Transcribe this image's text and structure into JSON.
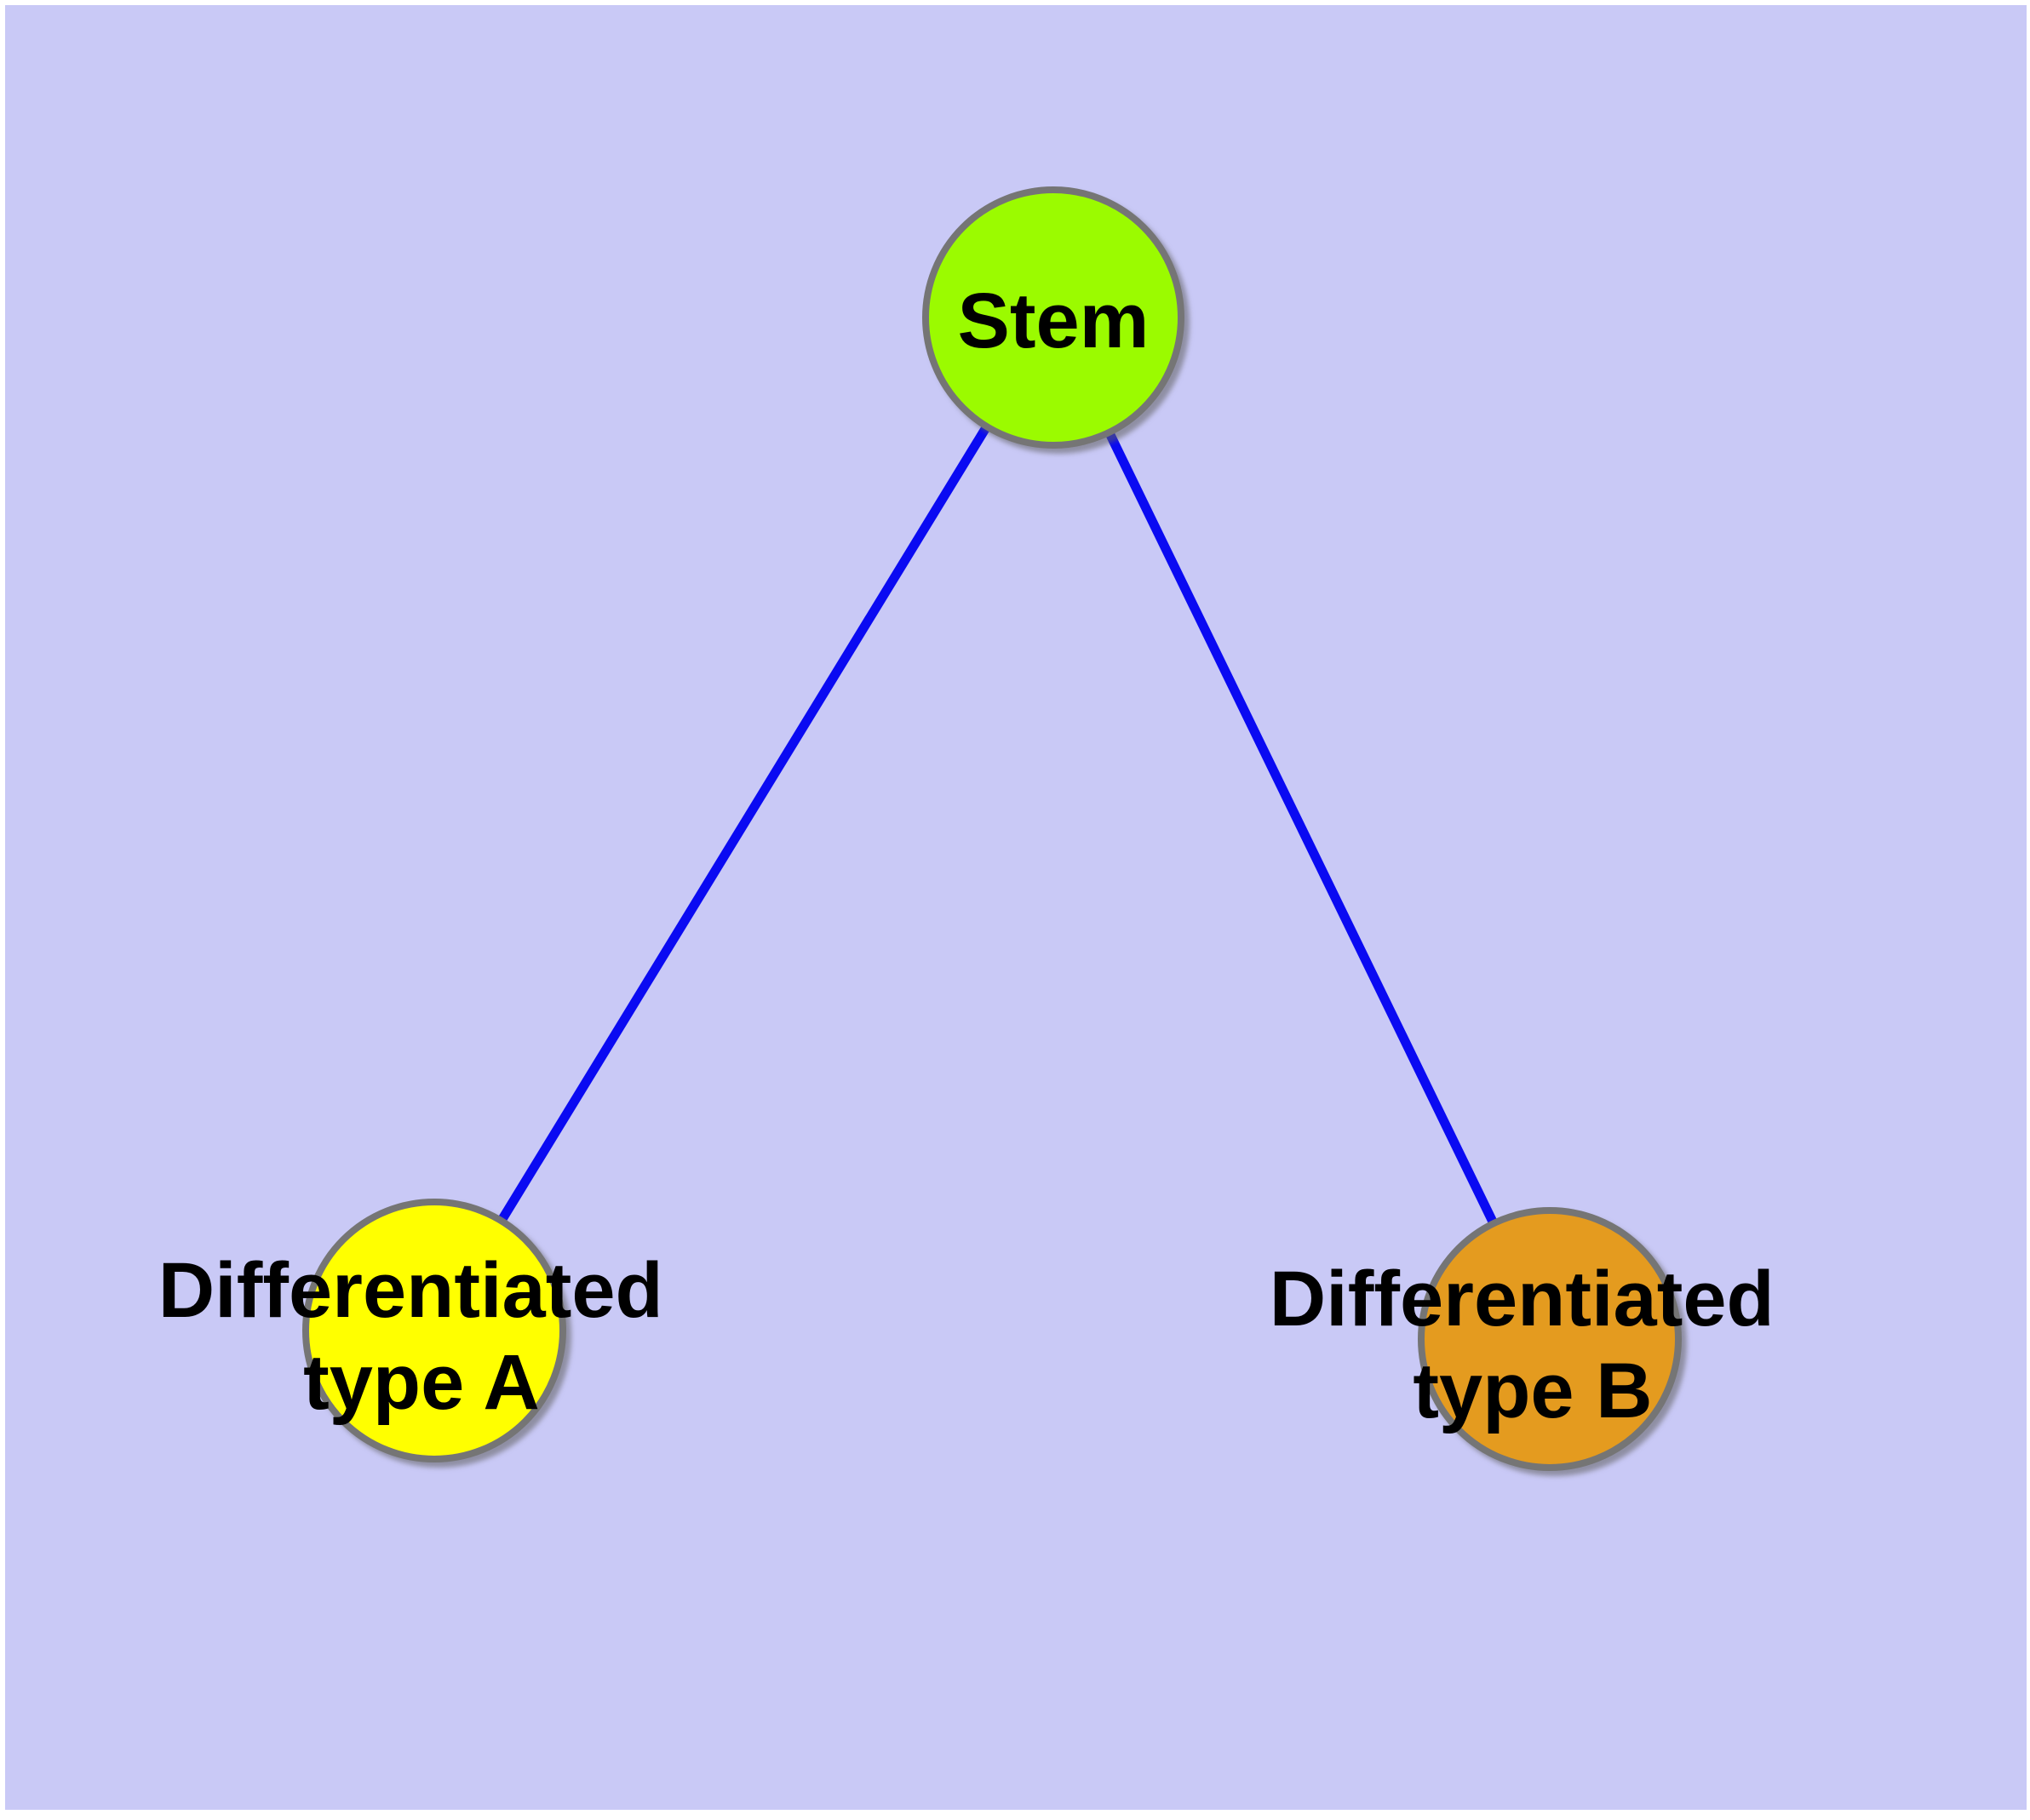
{
  "canvas": {
    "page_background": "#ffffff",
    "plot_background": "#c9c9f6"
  },
  "diagram": {
    "type": "node-link-graph",
    "description": "Stem cell differentiation hierarchy: one stem node linked to two differentiated cell type nodes",
    "node_border_color": "#757575",
    "edge_color": "#0a0af2",
    "label_color": "#000000",
    "nodes": [
      {
        "id": "stem",
        "label": "Stem",
        "line1": "Stem",
        "fill": "#9bfb00"
      },
      {
        "id": "diff-a",
        "label": "Differentiated type A",
        "line1": "Differentiated",
        "line2": "type A",
        "fill": "#ffff00"
      },
      {
        "id": "diff-b",
        "label": "Differentiated type B",
        "line1": "Differentiated",
        "line2": "type B",
        "fill": "#e49b1f"
      }
    ],
    "edges": [
      {
        "from": "stem",
        "to": "diff-a"
      },
      {
        "from": "stem",
        "to": "diff-b"
      }
    ]
  }
}
